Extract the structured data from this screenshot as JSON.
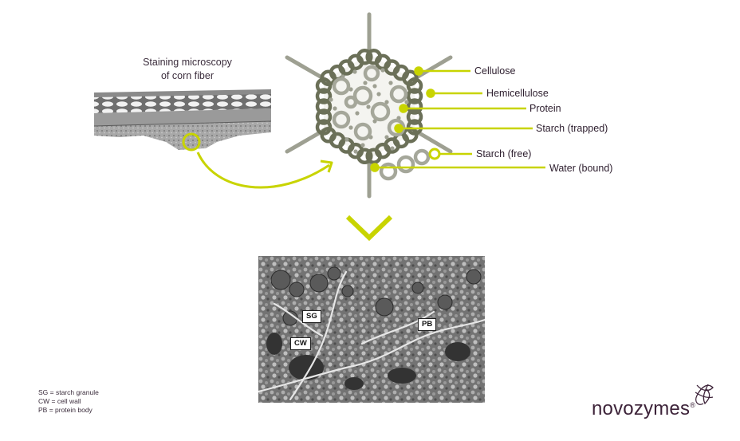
{
  "microscopy_title_line1": "Staining microscopy",
  "microscopy_title_line2": "of corn fiber",
  "diagram_labels": {
    "cellulose": "Cellulose",
    "hemicellulose": "Hemicellulose",
    "protein": "Protein",
    "starch_trapped": "Starch (trapped)",
    "starch_free": "Starch (free)",
    "water_bound": "Water (bound)"
  },
  "sem_tags": {
    "sg": "SG",
    "cw": "CW",
    "pb": "PB"
  },
  "legend": [
    "SG = starch granule",
    "CW = cell wall",
    "PB = protein body"
  ],
  "brand": "novozymes",
  "brand_mark": "®",
  "colors": {
    "accent": "#c8d400",
    "dark_olive": "#6b7058",
    "light_olive": "#9ea092",
    "text": "#3b2d3c"
  }
}
